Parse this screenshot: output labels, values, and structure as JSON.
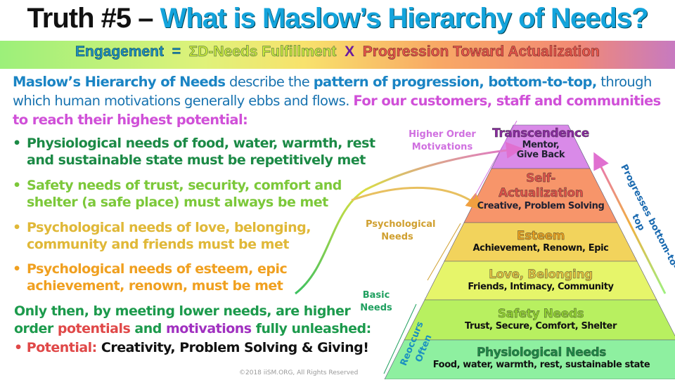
{
  "title": {
    "prefix": "Truth #5 – ",
    "main": "What is Maslow’s Hierarchy of Needs?"
  },
  "banner": {
    "engagement": "Engagement",
    "equals": "=",
    "sigma": "ΣD-Needs Fulfillment",
    "times": "X",
    "progression": "Progression Toward Actualization"
  },
  "intro": {
    "term": "Maslow’s Hierarchy of Needs",
    "t1": " describe the ",
    "pattern": "pattern of progression, bottom-to-top,",
    "t2": " through which human motivations generally ebbs and flows.  ",
    "purpose": "For our customers, staff and communities to reach their highest potential:"
  },
  "bullets": [
    {
      "text": "Physiological needs of food, water, warmth, rest and sustainable state must be repetitively met",
      "color": "#1c8a46"
    },
    {
      "text": "Safety needs of trust, security, comfort and shelter (a safe place) must always be met",
      "color": "#7cc83a"
    },
    {
      "text": "Psychological needs of love, belonging, community and friends must be met",
      "color": "#e0b838"
    },
    {
      "text": "Psychological needs of esteem, epic achievement, renown, must be met",
      "color": "#f0a020"
    }
  ],
  "closing": {
    "t1": "Only then, by meeting lower needs, are higher order ",
    "potentials": "potentials",
    "t2": " and ",
    "motivations": "motivations",
    "t3": " fully unleashed:"
  },
  "potential": {
    "label": "Potential:",
    "text": " Creativity, Problem Solving & Giving!"
  },
  "copyright": "©2018 iiSM.ORG, All Rights Reserved",
  "pyramid": [
    {
      "title": "Transcendence",
      "sub": "Mentor, Give Back",
      "color": "#d98ae8"
    },
    {
      "title": "Self-Actualization",
      "sub": "Creative, Problem Solving",
      "color": "#f7956a"
    },
    {
      "title": "Esteem",
      "sub": "Achievement, Renown, Epic",
      "color": "#f2d35c"
    },
    {
      "title": "Love, Belonging",
      "sub": "Friends, Intimacy, Community",
      "color": "#e6f56a"
    },
    {
      "title": "Safety Needs",
      "sub": "Trust, Secure, Comfort, Shelter",
      "color": "#b8f060"
    },
    {
      "title": "Physiological Needs",
      "sub": "Food, water, warmth, rest, sustainable state",
      "color": "#8ef0a0"
    }
  ],
  "side_labels": {
    "higher": "Higher Order Motivations",
    "psych": "Psychological Needs",
    "basic": "Basic Needs",
    "reoccurs": "Reoccurs Often",
    "progresses": "Progresses bottom-to-top"
  }
}
